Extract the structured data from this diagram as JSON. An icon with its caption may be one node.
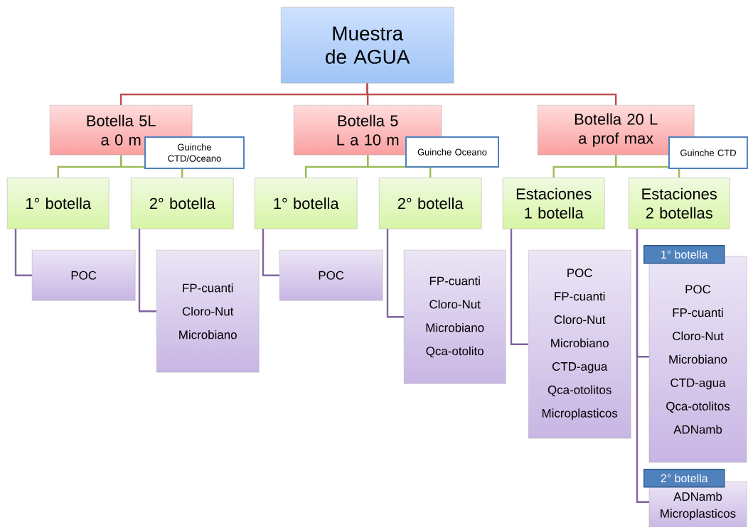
{
  "diagram": {
    "nodes": [
      {
        "text": [
          "Muestra de AGUA"
        ]
      },
      {
        "text": [
          "Botella 5L a 0 m"
        ]
      },
      {
        "text": [
          "Guinche CTD/Oceano"
        ]
      },
      {
        "text": [
          "Botella 5 L a 10 m"
        ]
      },
      {
        "text": [
          "Guinche Oceano"
        ]
      },
      {
        "text": [
          "Botella 20 L a prof max"
        ]
      },
      {
        "text": [
          "Guinche CTD"
        ]
      },
      {
        "text": [
          "1° botella"
        ]
      },
      {
        "text": [
          "2° botella"
        ]
      },
      {
        "text": [
          "1° botella"
        ]
      },
      {
        "text": [
          "2° botella"
        ]
      },
      {
        "text": [
          "Estaciones 1 botella"
        ]
      },
      {
        "text": [
          "Estaciones 2 botellas"
        ]
      },
      {
        "text": [
          "POC"
        ]
      },
      {
        "text": [
          "FP-cuanti",
          "Cloro-Nut",
          "Microbiano"
        ]
      },
      {
        "text": [
          "POC"
        ]
      },
      {
        "text": [
          "FP-cuanti",
          "Cloro-Nut",
          "Microbiano",
          "Qca-otolito"
        ]
      },
      {
        "text": [
          "POC",
          "FP-cuanti",
          "Cloro-Nut",
          "Microbiano",
          "CTD-agua",
          "Qca-otolitos",
          "Microplasticos"
        ]
      },
      {
        "text": [
          "1° botella",
          "POC",
          "FP-cuanti",
          "Cloro-Nut",
          "Microbiano",
          "CTD-agua",
          "Qca-otolitos",
          "ADNamb"
        ]
      },
      {
        "text": [
          "2° botella",
          "ADNamb",
          "Microplasticos"
        ]
      }
    ],
    "edges": [
      {
        "from": 0,
        "to": 1,
        "arrow": "none",
        "color": "#c0504d"
      },
      {
        "from": 0,
        "to": 3,
        "arrow": "none",
        "color": "#c0504d"
      },
      {
        "from": 0,
        "to": 5,
        "arrow": "none",
        "color": "#c0504d"
      },
      {
        "from": 1,
        "to": 7,
        "arrow": "none",
        "color": "#9bbb59"
      },
      {
        "from": 1,
        "to": 8,
        "arrow": "none",
        "color": "#9bbb59"
      },
      {
        "from": 3,
        "to": 9,
        "arrow": "none",
        "color": "#9bbb59"
      },
      {
        "from": 3,
        "to": 10,
        "arrow": "none",
        "color": "#9bbb59"
      },
      {
        "from": 5,
        "to": 11,
        "arrow": "none",
        "color": "#9bbb59"
      },
      {
        "from": 5,
        "to": 12,
        "arrow": "none",
        "color": "#9bbb59"
      },
      {
        "from": 7,
        "to": 13,
        "arrow": "none"
      },
      {
        "from": 8,
        "to": 14,
        "arrow": "none"
      },
      {
        "from": 9,
        "to": 15,
        "arrow": "none"
      },
      {
        "from": 10,
        "to": 16,
        "arrow": "none"
      },
      {
        "from": 11,
        "to": 17,
        "arrow": "none"
      },
      {
        "from": 12,
        "to": 18,
        "arrow": "none"
      },
      {
        "from": 12,
        "to": 19,
        "arrow": "none"
      }
    ]
  }
}
